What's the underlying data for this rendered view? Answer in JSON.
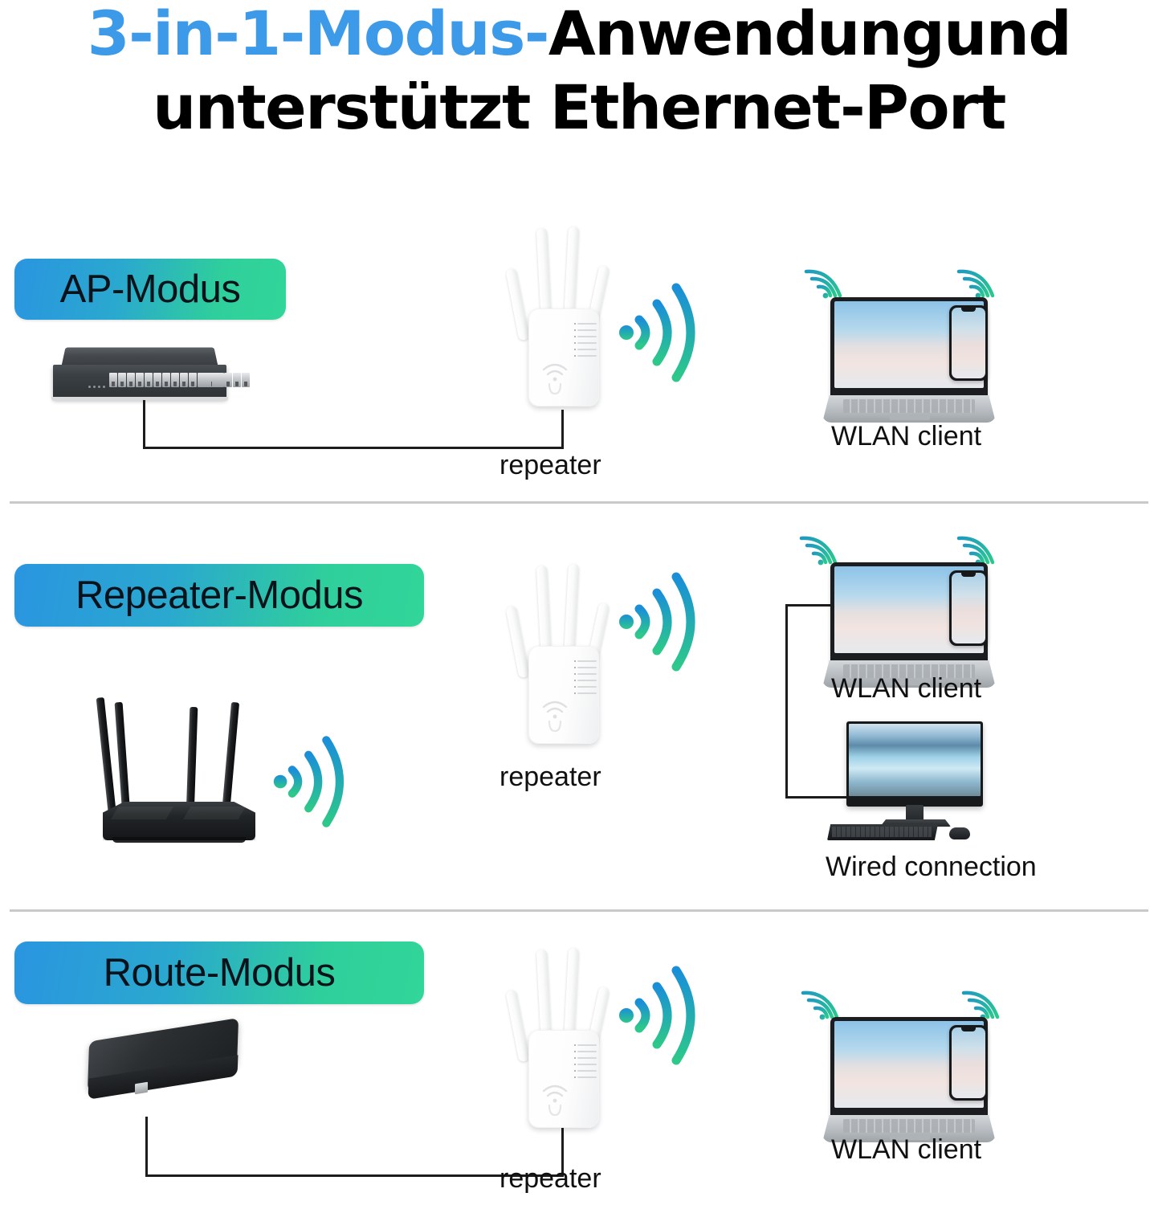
{
  "title": {
    "line1_highlight": "3-in-1-Modus-",
    "line1_rest": "Anwendungund",
    "line2": "unterstützt Ethernet-Port"
  },
  "colors": {
    "title_accent": "#3d9ae8",
    "title_text": "#000000",
    "badge_gradient_start": "#2a95e0",
    "badge_gradient_end": "#31d69a",
    "wifi_arc_start": "#1a8fd8",
    "wifi_arc_end": "#2dc88a",
    "divider": "#c9c9c9",
    "wire": "#1c1c1c"
  },
  "sections": [
    {
      "id": "ap-mode",
      "badge_label": "AP-Modus",
      "source_device": "network-switch",
      "repeater_label": "repeater",
      "client_label": "WLAN client",
      "client_devices": [
        "laptop",
        "smartphone"
      ],
      "has_wired_link": true
    },
    {
      "id": "repeater-mode",
      "badge_label": "Repeater-Modus",
      "source_device": "wireless-router",
      "repeater_label": "repeater",
      "client_label": "WLAN client",
      "client_devices": [
        "laptop",
        "smartphone"
      ],
      "wired_label": "Wired connection",
      "wired_devices": [
        "desktop-computer"
      ],
      "has_wired_link": false
    },
    {
      "id": "route-mode",
      "badge_label": "Route-Modus",
      "source_device": "modem-box",
      "repeater_label": "repeater",
      "client_label": "WLAN client",
      "client_devices": [
        "laptop",
        "smartphone"
      ],
      "has_wired_link": true
    }
  ],
  "repeater_device": {
    "antenna_count": 4,
    "led_indicator_rows": 6
  },
  "switch_device": {
    "port_count": 16,
    "uplink_port_count": 2
  },
  "router_device": {
    "antenna_count": 4
  }
}
